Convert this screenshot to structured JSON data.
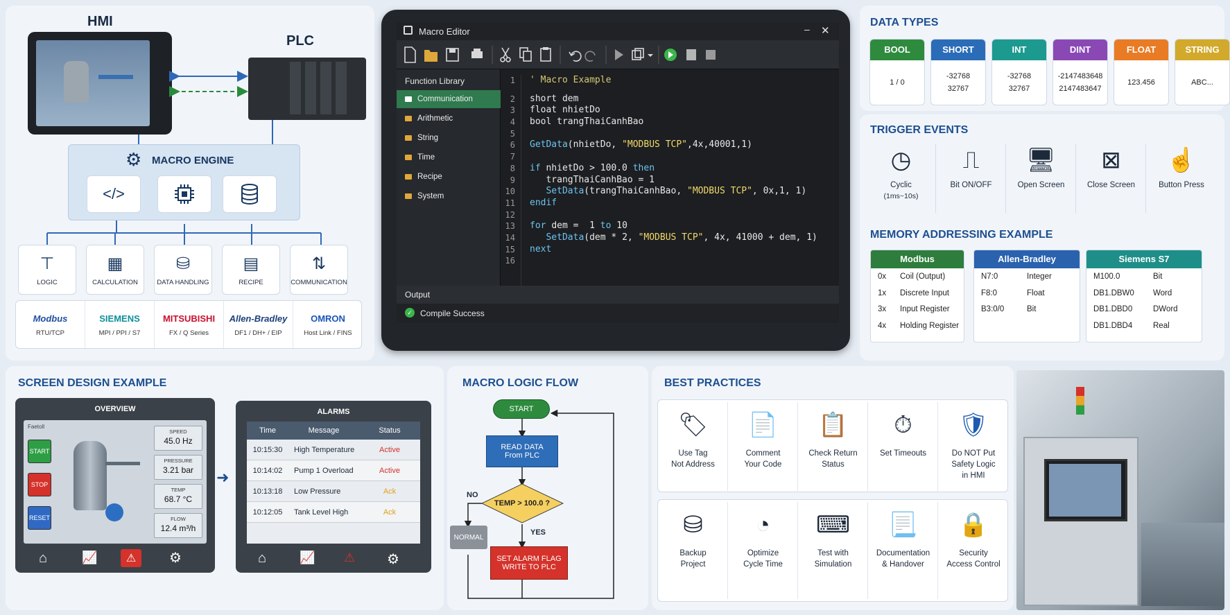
{
  "hmi": {
    "title": "HMI",
    "plc_title": "PLC",
    "engine_title": "MACRO ENGINE",
    "engine_icons": [
      "code-icon",
      "chip-icon",
      "database-icon"
    ],
    "functions": [
      {
        "icon": "logic-icon",
        "label": "LOGIC"
      },
      {
        "icon": "calculator-icon",
        "label": "CALCULATION"
      },
      {
        "icon": "data-search-icon",
        "label": "DATA HANDLING"
      },
      {
        "icon": "recipe-icon",
        "label": "RECIPE"
      },
      {
        "icon": "transfer-icon",
        "label": "COMMUNICATION"
      }
    ],
    "vendors": [
      {
        "name": "Modbus",
        "protocol": "RTU/TCP",
        "color": "#1f4f9e"
      },
      {
        "name": "SIEMENS",
        "protocol": "MPI / PPI / S7",
        "color": "#0f8f9a"
      },
      {
        "name": "MITSUBISHI",
        "protocol": "FX / Q Series",
        "color": "#c8102e"
      },
      {
        "name": "Allen-Bradley",
        "protocol": "DF1 / DH+ / EIP",
        "color": "#1d3f7a"
      },
      {
        "name": "OMRON",
        "protocol": "Host Link / FINS",
        "color": "#1a56b8"
      }
    ]
  },
  "editor": {
    "window_title": "Macro Editor",
    "library_title": "Function Library",
    "library_items": [
      "Communication",
      "Arithmetic",
      "String",
      "Time",
      "Recipe",
      "System"
    ],
    "code_lines": [
      [
        {
          "t": "' Macro Example",
          "c": "#d7c873"
        }
      ],
      [],
      [
        {
          "t": "short dem",
          "c": "#e8e8e8"
        }
      ],
      [
        {
          "t": "float nhietDo",
          "c": "#e8e8e8"
        }
      ],
      [
        {
          "t": "bool trangThaiCanhBao",
          "c": "#e8e8e8"
        }
      ],
      [],
      [
        {
          "t": "GetData",
          "c": "#6ec3f0"
        },
        {
          "t": "(nhietDo, ",
          "c": "#e8e8e8"
        },
        {
          "t": "\"MODBUS TCP\"",
          "c": "#f2d96b"
        },
        {
          "t": ",4x,40001,1)",
          "c": "#e8e8e8"
        }
      ],
      [],
      [
        {
          "t": "if ",
          "c": "#6ec3f0"
        },
        {
          "t": "nhietDo > 100.0 ",
          "c": "#e8e8e8"
        },
        {
          "t": "then",
          "c": "#6ec3f0"
        }
      ],
      [
        {
          "t": "   trangThaiCanhBao = 1",
          "c": "#e8e8e8"
        }
      ],
      [
        {
          "t": "   SetData",
          "c": "#6ec3f0"
        },
        {
          "t": "(trangThaiCanhBao, ",
          "c": "#e8e8e8"
        },
        {
          "t": "\"MODBUS TCP\"",
          "c": "#f2d96b"
        },
        {
          "t": ", 0x,1, 1)",
          "c": "#e8e8e8"
        }
      ],
      [
        {
          "t": "endif",
          "c": "#6ec3f0"
        }
      ],
      [],
      [
        {
          "t": "for ",
          "c": "#6ec3f0"
        },
        {
          "t": "dem =  1 ",
          "c": "#e8e8e8"
        },
        {
          "t": "to ",
          "c": "#6ec3f0"
        },
        {
          "t": "10",
          "c": "#e8e8e8"
        }
      ],
      [
        {
          "t": "   SetData",
          "c": "#6ec3f0"
        },
        {
          "t": "(dem * 2, ",
          "c": "#e8e8e8"
        },
        {
          "t": "\"MODBUS TCP\"",
          "c": "#f2d96b"
        },
        {
          "t": ", 4x, 41000 + dem, 1)",
          "c": "#e8e8e8"
        }
      ],
      [
        {
          "t": "next",
          "c": "#6ec3f0"
        }
      ],
      []
    ],
    "line_numbers": [
      "1",
      "2",
      "3",
      "4",
      "5",
      "6",
      "7",
      "8",
      "9",
      "10",
      "11",
      "12",
      "13",
      "14",
      "15",
      "16"
    ],
    "output_title": "Output",
    "output_msg": "Compile Success"
  },
  "data_types": {
    "title": "DATA TYPES",
    "items": [
      {
        "name": "BOOL",
        "color": "#2e8b3e",
        "v1": "1 / 0",
        "v2": ""
      },
      {
        "name": "SHORT",
        "color": "#2a6cb8",
        "v1": "-32768",
        "v2": "32767"
      },
      {
        "name": "INT",
        "color": "#1c9a8f",
        "v1": "-32768",
        "v2": "32767"
      },
      {
        "name": "DINT",
        "color": "#8a48b5",
        "v1": "-2147483648",
        "v2": "2147483647"
      },
      {
        "name": "FLOAT",
        "color": "#e97b24",
        "v1": "123.456",
        "v2": ""
      },
      {
        "name": "STRING",
        "color": "#d2a92a",
        "v1": "ABC...",
        "v2": ""
      }
    ]
  },
  "triggers": {
    "title": "TRIGGER EVENTS",
    "items": [
      {
        "icon": "clock-icon",
        "label": "Cyclic",
        "sub": "(1ms~10s)"
      },
      {
        "icon": "pulse-icon",
        "label": "Bit ON/OFF",
        "sub": ""
      },
      {
        "icon": "monitor-icon",
        "label": "Open Screen",
        "sub": ""
      },
      {
        "icon": "close-screen-icon",
        "label": "Close Screen",
        "sub": ""
      },
      {
        "icon": "hand-pointer-icon",
        "label": "Button Press",
        "sub": ""
      }
    ]
  },
  "memory": {
    "title": "MEMORY ADDRESSING EXAMPLE",
    "tables": [
      {
        "name": "Modbus",
        "color": "#2e7d3c",
        "rows": [
          [
            "0x",
            "Coil (Output)"
          ],
          [
            "1x",
            "Discrete Input"
          ],
          [
            "3x",
            "Input Register"
          ],
          [
            "4x",
            "Holding Register"
          ]
        ]
      },
      {
        "name": "Allen-Bradley",
        "color": "#2a62ae",
        "rows": [
          [
            "N7:0",
            "Integer"
          ],
          [
            "F8:0",
            "Float"
          ],
          [
            "B3:0/0",
            "Bit"
          ]
        ]
      },
      {
        "name": "Siemens S7",
        "color": "#1e8f88",
        "rows": [
          [
            "M100.0",
            "Bit"
          ],
          [
            "DB1.DBW0",
            "Word"
          ],
          [
            "DB1.DBD0",
            "DWord"
          ],
          [
            "DB1.DBD4",
            "Real"
          ]
        ]
      }
    ]
  },
  "screen_design": {
    "title": "SCREEN DESIGN EXAMPLE",
    "overview_title": "OVERVIEW",
    "brand": "Faetoll",
    "buttons": [
      {
        "label": "START",
        "color": "#2e9e45"
      },
      {
        "label": "STOP",
        "color": "#d4322a"
      },
      {
        "label": "RESET",
        "color": "#2f69c4"
      }
    ],
    "readings": [
      {
        "label": "SPEED",
        "value": "45.0 Hz"
      },
      {
        "label": "PRESSURE",
        "value": "3.21 bar"
      },
      {
        "label": "TEMP",
        "value": "68.7 °C"
      },
      {
        "label": "FLOW",
        "value": "12.4 m³/h"
      }
    ],
    "alarms_title": "ALARMS",
    "alarm_headers": [
      "Time",
      "Message",
      "Status"
    ],
    "alarms": [
      {
        "time": "10:15:30",
        "msg": "High Temperature",
        "status": "Active",
        "color": "#d4322a"
      },
      {
        "time": "10:14:02",
        "msg": "Pump 1 Overload",
        "status": "Active",
        "color": "#d4322a"
      },
      {
        "time": "10:13:18",
        "msg": "Low Pressure",
        "status": "Ack",
        "color": "#e0a11b"
      },
      {
        "time": "10:12:05",
        "msg": "Tank Level High",
        "status": "Ack",
        "color": "#e0a11b"
      }
    ]
  },
  "flow": {
    "title": "MACRO LOGIC FLOW",
    "start": "START",
    "read1": "READ DATA",
    "read2": "From PLC",
    "decision": "TEMP > 100.0 ?",
    "no": "NO",
    "yes": "YES",
    "normal": "NORMAL",
    "alarm1": "SET ALARM FLAG",
    "alarm2": "WRITE TO PLC"
  },
  "best": {
    "title": "BEST PRACTICES",
    "items": [
      {
        "icon": "tag-icon",
        "l1": "Use Tag",
        "l2": "Not Address",
        "l3": ""
      },
      {
        "icon": "document-icon",
        "l1": "Comment",
        "l2": "Your Code",
        "l3": ""
      },
      {
        "icon": "clipboard-check-icon",
        "l1": "Check Return",
        "l2": "Status",
        "l3": ""
      },
      {
        "icon": "stopwatch-icon",
        "l1": "Set Timeouts",
        "l2": "",
        "l3": ""
      },
      {
        "icon": "shield-icon",
        "l1": "Do NOT Put",
        "l2": "Safety Logic",
        "l3": "in HMI"
      },
      {
        "icon": "database-backup-icon",
        "l1": "Backup",
        "l2": "Project",
        "l3": ""
      },
      {
        "icon": "gauge-icon",
        "l1": "Optimize",
        "l2": "Cycle Time",
        "l3": ""
      },
      {
        "icon": "simulation-icon",
        "l1": "Test with",
        "l2": "Simulation",
        "l3": ""
      },
      {
        "icon": "documentation-icon",
        "l1": "Documentation",
        "l2": "& Handover",
        "l3": ""
      },
      {
        "icon": "lock-icon",
        "l1": "Security",
        "l2": "Access Control",
        "l3": ""
      }
    ]
  }
}
